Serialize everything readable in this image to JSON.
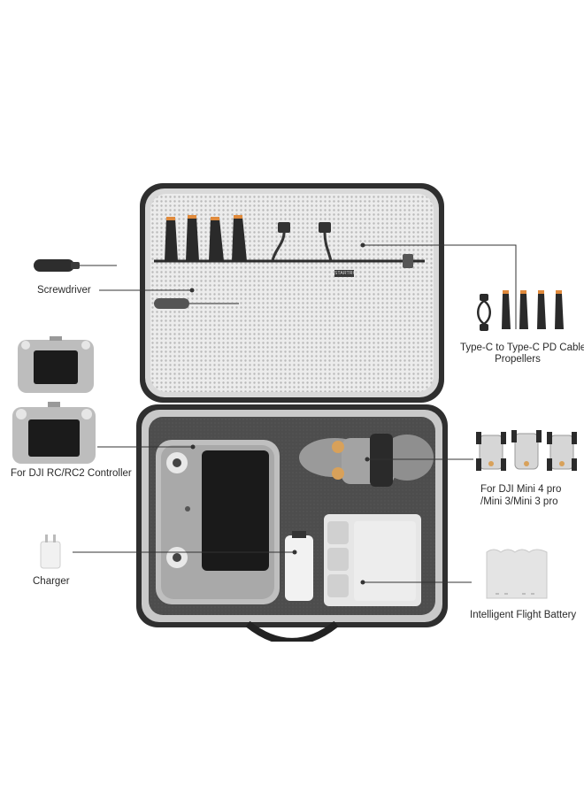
{
  "labels": {
    "screwdriver": "Screwdriver",
    "cable": "Type-C to Type-C PD Cable",
    "propellers": "Propellers",
    "controller": "For DJI RC/RC2 Controller",
    "drone_line1": "For DJI Mini 4 pro",
    "drone_line2": "/Mini 3/Mini 3 pro",
    "charger": "Charger",
    "battery": "Intelligent Flight Battery"
  },
  "brand_tag": "STARTRC",
  "colors": {
    "case_shell": "#3a3a3a",
    "mesh": "#e9e9e9",
    "felt": "#4a4a4a",
    "leader_line": "#333333"
  },
  "icons": [
    "screwdriver-icon",
    "remote-controller-icon",
    "charger-icon",
    "cable-icon",
    "propeller-icon",
    "drone-icon",
    "battery-hub-icon"
  ]
}
